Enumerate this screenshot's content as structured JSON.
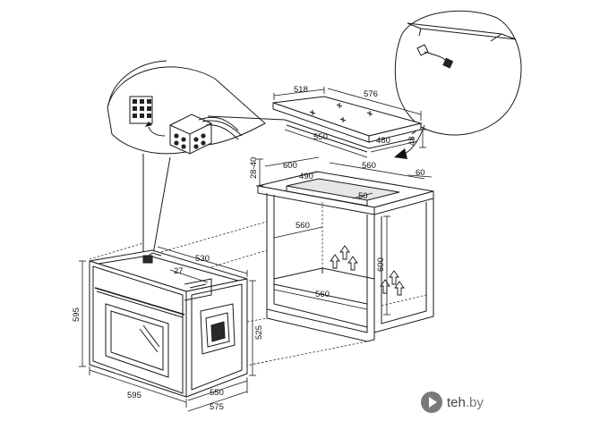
{
  "hob": {
    "depth": "518",
    "width": "576",
    "cutout_depth": "550",
    "cutout_width": "480",
    "thickness": "48"
  },
  "counter": {
    "top_gap": "28-40",
    "depth": "600",
    "cutout_depth": "490",
    "cutout_width": "560",
    "side_gap": "60",
    "back_gap": "50"
  },
  "cabinet": {
    "inner_width": "560",
    "floor_width": "560",
    "height": "600"
  },
  "oven": {
    "top_depth": "530",
    "ledge": "27",
    "front_height": "595",
    "body_height": "525",
    "front_width": "595",
    "body_width": "550",
    "overall_depth": "575"
  },
  "watermark": {
    "brand": "teh",
    "tld": ".by"
  },
  "icons": [
    "connector-plug-icon",
    "cable-clip-icon",
    "airflow-arrow-icon"
  ]
}
